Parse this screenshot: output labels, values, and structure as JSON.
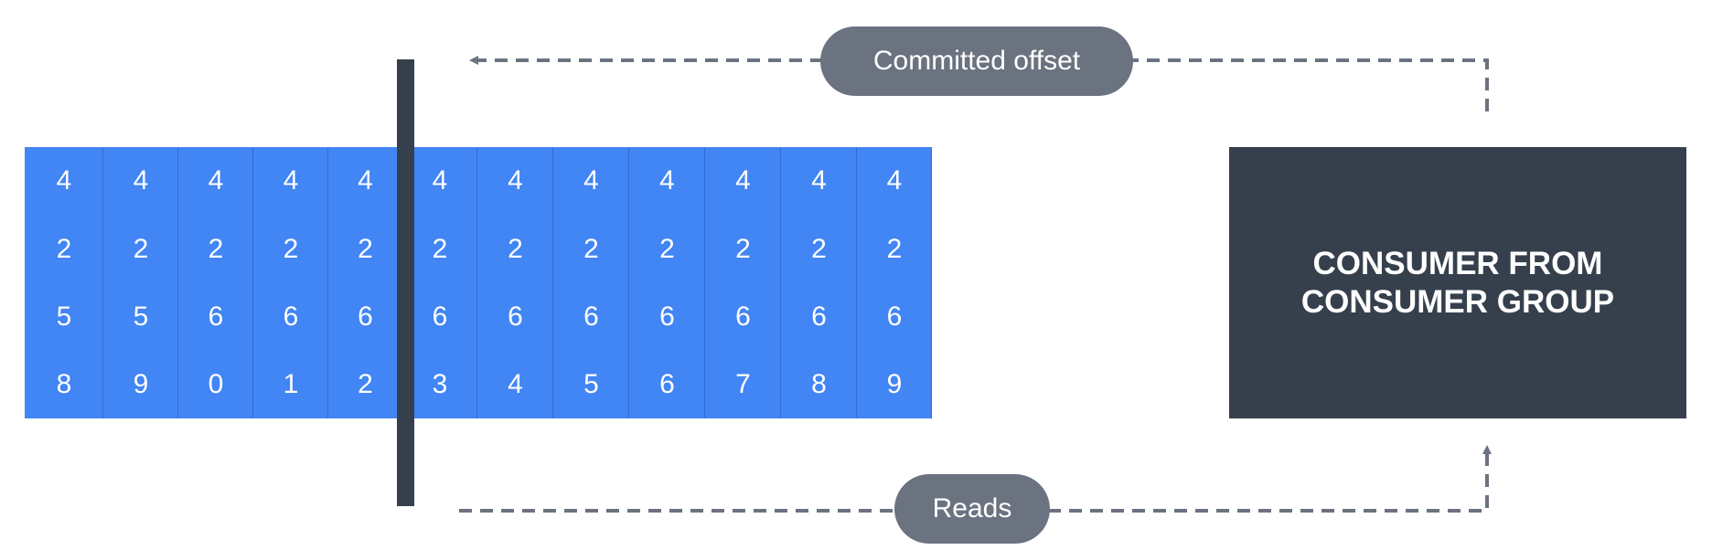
{
  "log": {
    "columns": [
      [
        "4",
        "2",
        "5",
        "8"
      ],
      [
        "4",
        "2",
        "5",
        "9"
      ],
      [
        "4",
        "2",
        "6",
        "0"
      ],
      [
        "4",
        "2",
        "6",
        "1"
      ],
      [
        "4",
        "2",
        "6",
        "2"
      ],
      [
        "4",
        "2",
        "6",
        "3"
      ],
      [
        "4",
        "2",
        "6",
        "4"
      ],
      [
        "4",
        "2",
        "6",
        "5"
      ],
      [
        "4",
        "2",
        "6",
        "6"
      ],
      [
        "4",
        "2",
        "6",
        "7"
      ],
      [
        "4",
        "2",
        "6",
        "8"
      ],
      [
        "4",
        "2",
        "6",
        "9"
      ]
    ]
  },
  "labels": {
    "committed_offset": "Committed offset",
    "reads": "Reads",
    "consumer": "CONSUMER FROM CONSUMER GROUP"
  },
  "colors": {
    "log_fill": "#4285f4",
    "dark": "#36404d",
    "pill": "#6b7280",
    "arrow": "#6b7280"
  }
}
